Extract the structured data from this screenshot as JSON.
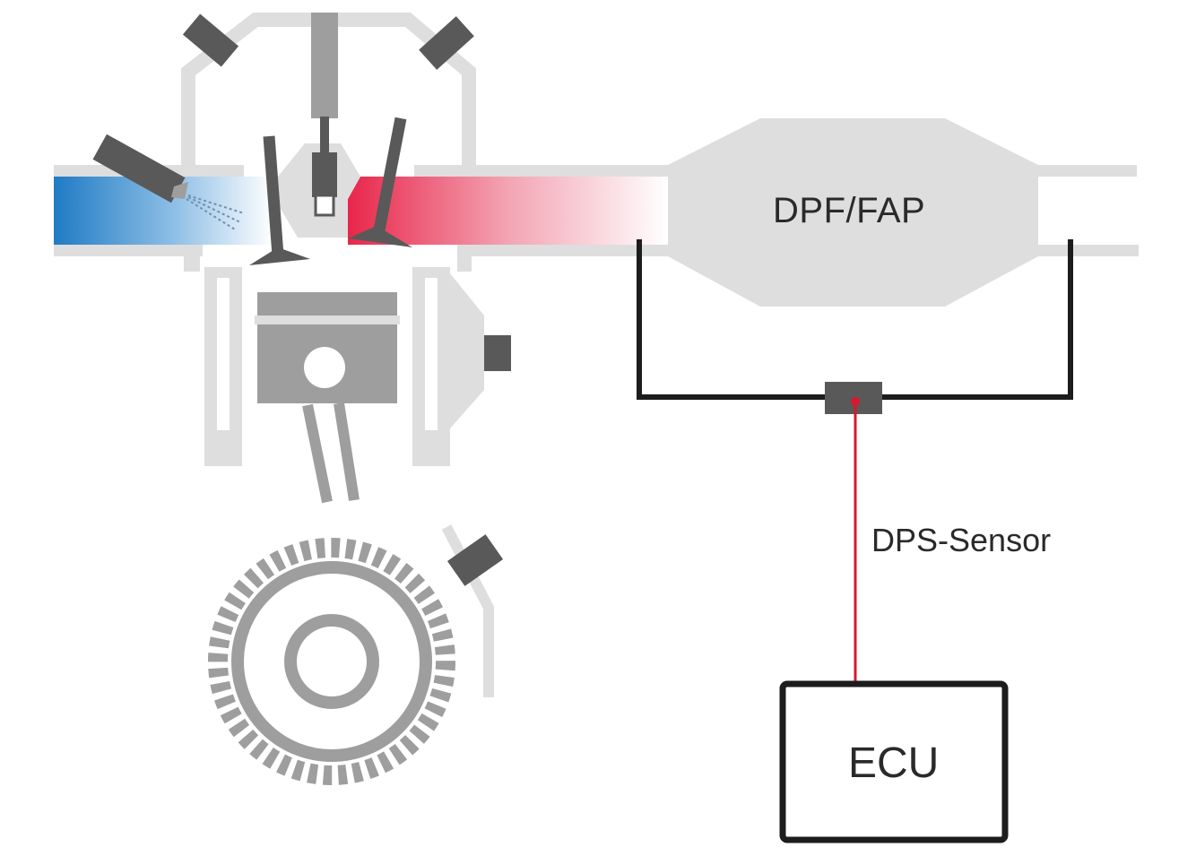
{
  "labels": {
    "dpf": "DPF/FAP",
    "sensor": "DPS-Sensor",
    "ecu": "ECU"
  },
  "colors": {
    "housing": "#dedede",
    "part_dark": "#595959",
    "part_mid": "#9e9e9e",
    "intake": "#1f7bc4",
    "exhaust": "#e8264a",
    "sensor_line": "#000000",
    "signal_line": "#d7192d"
  },
  "icons": {
    "injector": "injector-icon",
    "sensor": "pressure-sensor-icon",
    "crank_wheel": "trigger-wheel-icon"
  }
}
